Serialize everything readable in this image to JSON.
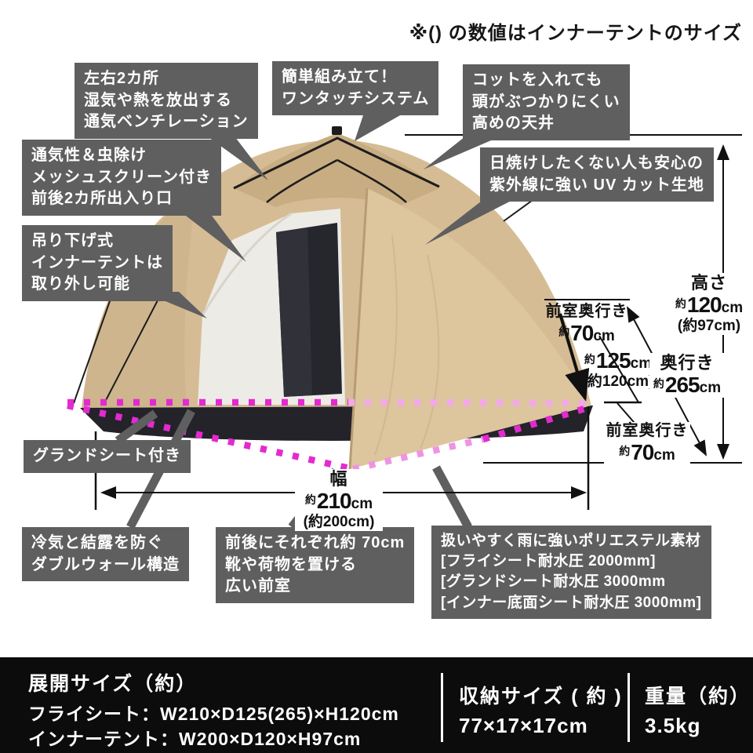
{
  "note": "※() の数値はインナーテントのサイズ",
  "callouts": {
    "vent": {
      "lines": [
        "左右2カ所",
        "湿気や熱を放出する",
        "通気ベンチレーション"
      ]
    },
    "onetouch": {
      "lines": [
        "簡単組み立て！",
        "ワンタッチシステム"
      ]
    },
    "ceiling": {
      "lines": [
        "コットを入れても",
        "頭がぶつかりにくい",
        "高めの天井"
      ]
    },
    "mesh": {
      "lines": [
        "通気性＆虫除け",
        "メッシュスクリーン付き",
        "前後2カ所出入り口"
      ]
    },
    "inner_tent": {
      "lines": [
        "吊り下げ式",
        "インナーテントは",
        "取り外し可能"
      ]
    },
    "uv": {
      "lines": [
        "日焼けしたくない人も安心の",
        "紫外線に強い UV カット生地"
      ]
    },
    "groundsheet": {
      "lines": [
        "グランドシート付き"
      ]
    },
    "double_wall": {
      "lines": [
        "冷気と結露を防ぐ",
        "ダブルウォール構造"
      ]
    },
    "front_room": {
      "lines": [
        "前後にそれぞれ約 70cm",
        "靴や荷物を置ける",
        "広い前室"
      ]
    },
    "material": {
      "lines": [
        "扱いやすく雨に強いポリエステル素材",
        "[フライシート耐水圧 2000mm]",
        "[グランドシート耐水圧 3000mm",
        "[インナー底面シート耐水圧 3000mm]"
      ]
    }
  },
  "dimensions": {
    "height": {
      "label": "高さ",
      "approx": "約",
      "value": "120",
      "unit": "cm",
      "inner": "(約97cm)"
    },
    "vestibule_top": {
      "label": "前室奥行き",
      "approx": "約",
      "value": "70",
      "unit": "cm"
    },
    "fly_depth": {
      "approx": "約",
      "value": "125",
      "unit": "cm",
      "inner": "(約120cm)"
    },
    "total_depth": {
      "label": "奥行き",
      "approx": "約",
      "value": "265",
      "unit": "cm"
    },
    "vestibule_bottom": {
      "label": "前室奥行き",
      "approx": "約",
      "value": "70",
      "unit": "cm"
    },
    "width": {
      "label": "幅",
      "approx": "約",
      "value": "210",
      "unit": "cm",
      "inner": "(約200cm)"
    }
  },
  "specs": {
    "expanded": {
      "title": "展開サイズ（約）",
      "rows": [
        "フライシート：W210×D125(265)×H120cm",
        "インナーテント：W200×D120×H97cm"
      ]
    },
    "storage": {
      "title": "収納サイズ ( 約 )",
      "value": "77×17×17cm"
    },
    "weight": {
      "title": "重量（約）",
      "value": "3.5kg"
    }
  },
  "colors": {
    "callout_bg": "#5f5f5f",
    "callout_text": "#ffffff",
    "accent_magenta": "#e32ad0",
    "tent_beige": "#d5bc94",
    "tent_vestibule": "#ddc59e",
    "tent_base_dark": "#232329",
    "bar_bg": "#0c0c0c",
    "line_black": "#111111"
  }
}
